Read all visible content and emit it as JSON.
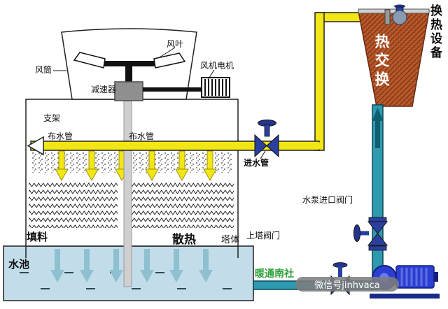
{
  "title": "cooling-tower-heat-exchange-system-diagram",
  "labels": {
    "fan_blade": "风叶",
    "fan_duct": "风筒",
    "fan_motor": "风机电机",
    "reducer": "减速器",
    "support": "支架",
    "water_dist_pipe_left": "布水管",
    "water_dist_pipe_right": "布水管",
    "inlet_pipe": "进水管",
    "fill_material": "填料",
    "heat_dissipation": "散热",
    "tower_body": "塔体",
    "tower_valve": "上塔阀门",
    "pump_inlet_valve": "水泵进口阀门",
    "water_pool": "水池",
    "heat_exchange": "热交换",
    "heat_exchange_equipment": "换热设备"
  },
  "watermarks": {
    "green": "暖通南社",
    "wechat": "微信号jinhvaca"
  },
  "colors": {
    "hot_pipe_yellow": "#f2e614",
    "cold_pipe_teal": "#2e9ab0",
    "exchanger_orange": "#bb5a2b",
    "pump_blue": "#2b3fd4",
    "valve_blue": "#2a3f9e",
    "pool_fill": "#c2dcea",
    "watermark_green": "#2fa23c"
  }
}
